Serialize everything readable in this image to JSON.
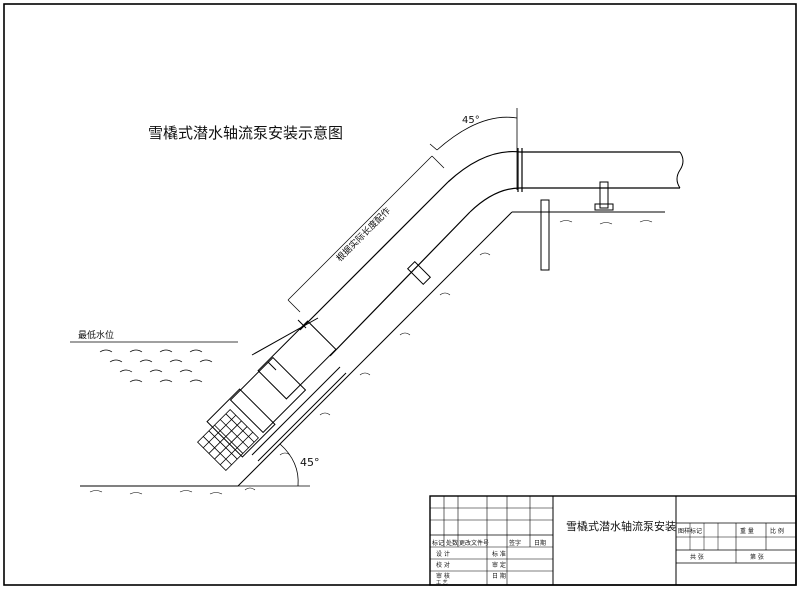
{
  "drawing": {
    "title": "雪橇式潜水轴流泵安装示意图",
    "angle_top": "45°",
    "angle_bottom": "45°",
    "min_water_level": "最低水位",
    "pipe_note": "根据实际长度配作"
  },
  "title_block": {
    "product_name": "雪橇式潜水轴流泵安装",
    "rev_headers": [
      "标记",
      "处数",
      "更改文件号",
      "签字",
      "日期"
    ],
    "sign_rows": [
      {
        "left": "设 计",
        "right": "标 准"
      },
      {
        "left": "校 对",
        "right": "审 定"
      },
      {
        "left": "审 核",
        "right": "日 期"
      },
      {
        "left": "工 艺",
        "right": ""
      }
    ],
    "attr_headers": [
      "图样标记",
      "重 量",
      "比 例"
    ],
    "sheet_labels": [
      "共 张",
      "第 张"
    ]
  }
}
